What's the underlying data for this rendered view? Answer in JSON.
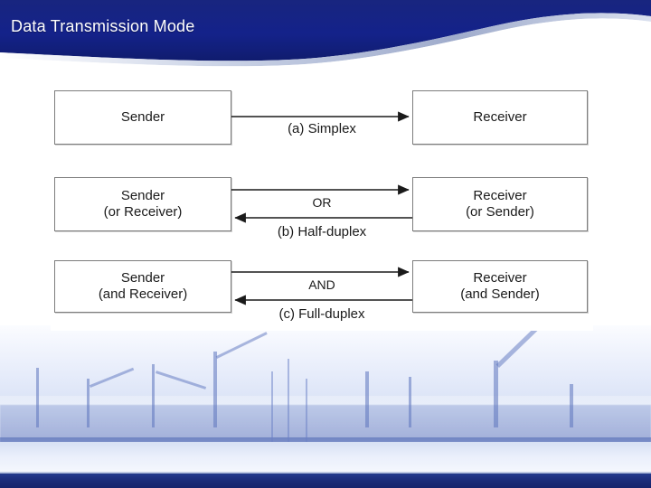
{
  "slide": {
    "title": "Data Transmission Mode",
    "header_color": "#15237a",
    "header_accent": "#b9c3dd",
    "bottom_bar_color": "#1b2c7a",
    "text_color": "#1a1a1a",
    "box_border_color": "#7d7d7d",
    "background_image_name": "shipyard-harbor-watermark"
  },
  "diagram": {
    "rows": [
      {
        "id": "simplex",
        "left_box": {
          "lines": [
            "Sender"
          ]
        },
        "right_box": {
          "lines": [
            "Receiver"
          ]
        },
        "operator": "",
        "caption": "(a) Simplex",
        "arrows": [
          "right"
        ]
      },
      {
        "id": "half-duplex",
        "left_box": {
          "lines": [
            "Sender",
            "(or Receiver)"
          ]
        },
        "right_box": {
          "lines": [
            "Receiver",
            "(or Sender)"
          ]
        },
        "operator": "OR",
        "caption": "(b) Half-duplex",
        "arrows": [
          "right",
          "left"
        ]
      },
      {
        "id": "full-duplex",
        "left_box": {
          "lines": [
            "Sender",
            "(and Receiver)"
          ]
        },
        "right_box": {
          "lines": [
            "Receiver",
            "(and Sender)"
          ]
        },
        "operator": "AND",
        "caption": "(c) Full-duplex",
        "arrows": [
          "right",
          "left"
        ]
      }
    ]
  }
}
